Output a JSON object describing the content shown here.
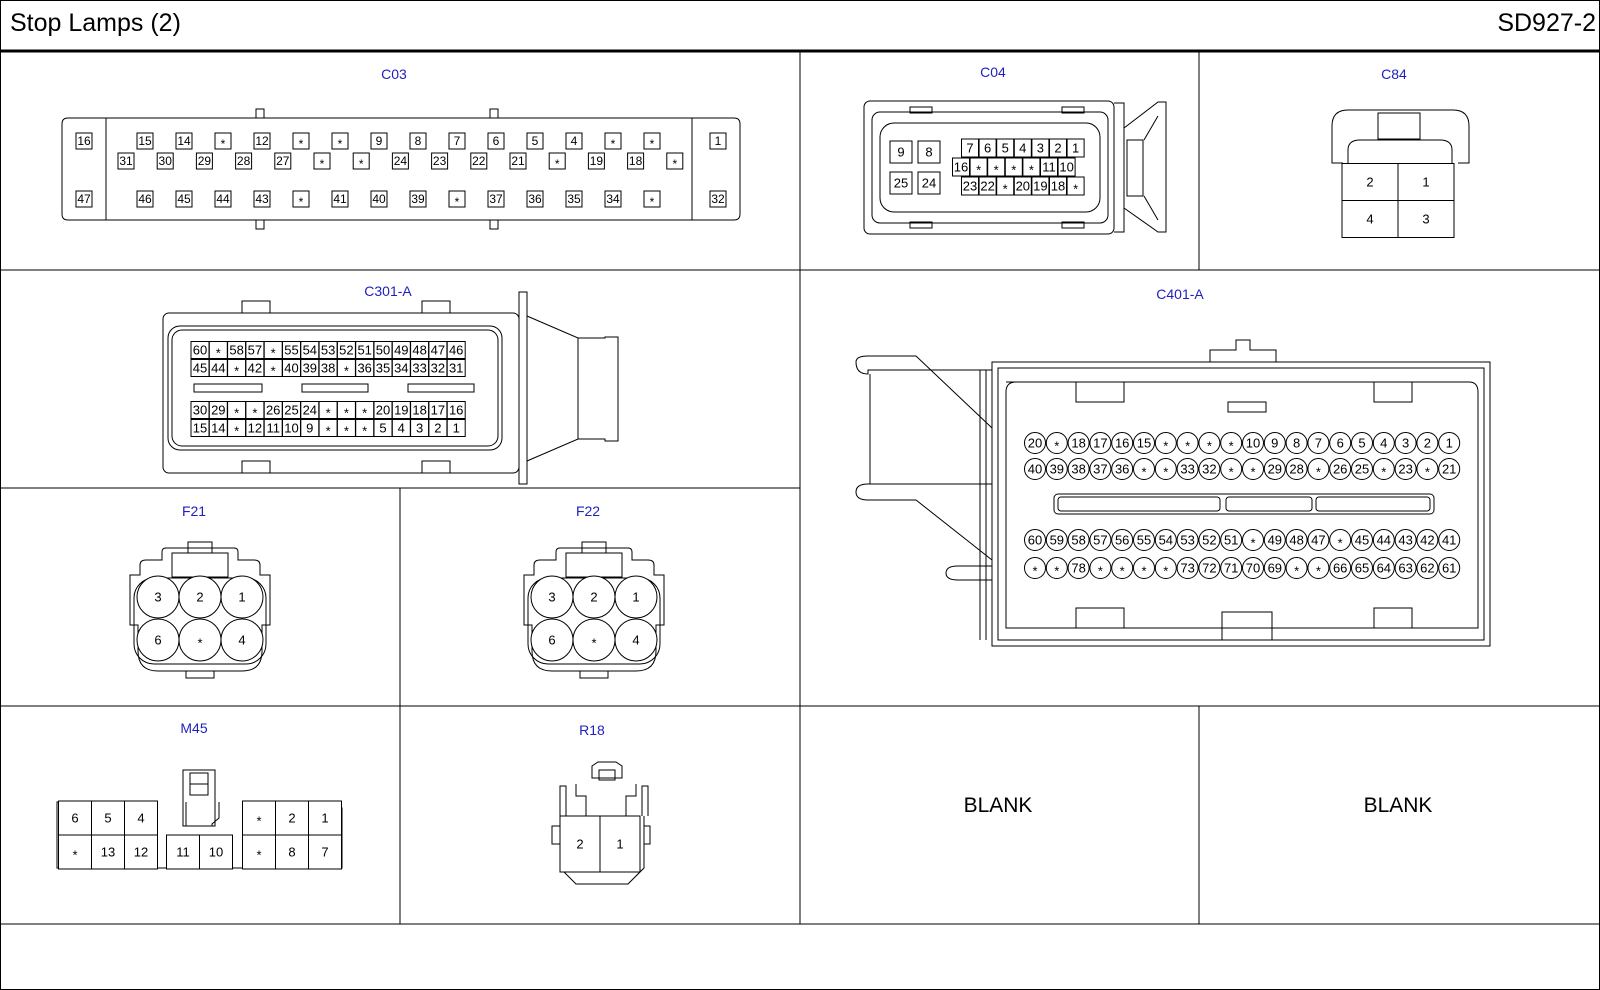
{
  "header": {
    "title": "Stop Lamps (2)",
    "code": "SD927-2"
  },
  "connectors": {
    "c03": {
      "label": "C03",
      "left_col": [
        "16",
        "47"
      ],
      "right_col": [
        "1",
        "32"
      ],
      "row_top": [
        "15",
        "14",
        "*",
        "12",
        "*",
        "*",
        "9",
        "8",
        "7",
        "6",
        "5",
        "4",
        "*",
        "*"
      ],
      "row_mid": [
        "31",
        "30",
        "29",
        "28",
        "27",
        "*",
        "*",
        "24",
        "23",
        "22",
        "21",
        "*",
        "19",
        "18",
        "*"
      ],
      "row_bot": [
        "46",
        "45",
        "44",
        "43",
        "*",
        "41",
        "40",
        "39",
        "*",
        "37",
        "36",
        "35",
        "34",
        "*"
      ]
    },
    "c04": {
      "label": "C04",
      "left_pins": [
        "9",
        "8",
        "25",
        "24"
      ],
      "row1": [
        "7",
        "6",
        "5",
        "4",
        "3",
        "2",
        "1"
      ],
      "row2": [
        "16",
        "*",
        "*",
        "*",
        "*",
        "11",
        "10"
      ],
      "row3": [
        "23",
        "22",
        "*",
        "20",
        "19",
        "18",
        "*"
      ]
    },
    "c84": {
      "label": "C84",
      "pins": [
        "2",
        "1",
        "4",
        "3"
      ]
    },
    "c301a": {
      "label": "C301-A",
      "row1": [
        "60",
        "*",
        "58",
        "57",
        "*",
        "55",
        "54",
        "53",
        "52",
        "51",
        "50",
        "49",
        "48",
        "47",
        "46"
      ],
      "row2": [
        "45",
        "44",
        "*",
        "42",
        "*",
        "40",
        "39",
        "38",
        "*",
        "36",
        "35",
        "34",
        "33",
        "32",
        "31"
      ],
      "row3": [
        "30",
        "29",
        "*",
        "*",
        "26",
        "25",
        "24",
        "*",
        "*",
        "*",
        "20",
        "19",
        "18",
        "17",
        "16"
      ],
      "row4": [
        "15",
        "14",
        "*",
        "12",
        "11",
        "10",
        "9",
        "*",
        "*",
        "*",
        "5",
        "4",
        "3",
        "2",
        "1"
      ]
    },
    "c401a": {
      "label": "C401-A",
      "row1": [
        "20",
        "*",
        "18",
        "17",
        "16",
        "15",
        "*",
        "*",
        "*",
        "*",
        "10",
        "9",
        "8",
        "7",
        "6",
        "5",
        "4",
        "3",
        "2",
        "1"
      ],
      "row2": [
        "40",
        "39",
        "38",
        "37",
        "36",
        "*",
        "*",
        "33",
        "32",
        "*",
        "*",
        "29",
        "28",
        "*",
        "26",
        "25",
        "*",
        "23",
        "*",
        "21"
      ],
      "row3": [
        "60",
        "59",
        "58",
        "57",
        "56",
        "55",
        "54",
        "53",
        "52",
        "51",
        "*",
        "49",
        "48",
        "47",
        "*",
        "45",
        "44",
        "43",
        "42",
        "41"
      ],
      "row4": [
        "*",
        "*",
        "78",
        "*",
        "*",
        "*",
        "*",
        "73",
        "72",
        "71",
        "70",
        "69",
        "*",
        "*",
        "66",
        "65",
        "64",
        "63",
        "62",
        "61"
      ]
    },
    "f21": {
      "label": "F21",
      "pins": [
        "3",
        "2",
        "1",
        "6",
        "*",
        "4"
      ]
    },
    "f22": {
      "label": "F22",
      "pins": [
        "3",
        "2",
        "1",
        "6",
        "*",
        "4"
      ]
    },
    "m45": {
      "label": "M45",
      "left_top": [
        "6",
        "5",
        "4"
      ],
      "left_bot": [
        "*",
        "13",
        "12"
      ],
      "mid_bot": [
        "11",
        "10"
      ],
      "right_top": [
        "*",
        "2",
        "1"
      ],
      "right_bot": [
        "*",
        "8",
        "7"
      ]
    },
    "r18": {
      "label": "R18",
      "pins": [
        "2",
        "1"
      ]
    }
  },
  "blank_cells": [
    "BLANK",
    "BLANK"
  ]
}
